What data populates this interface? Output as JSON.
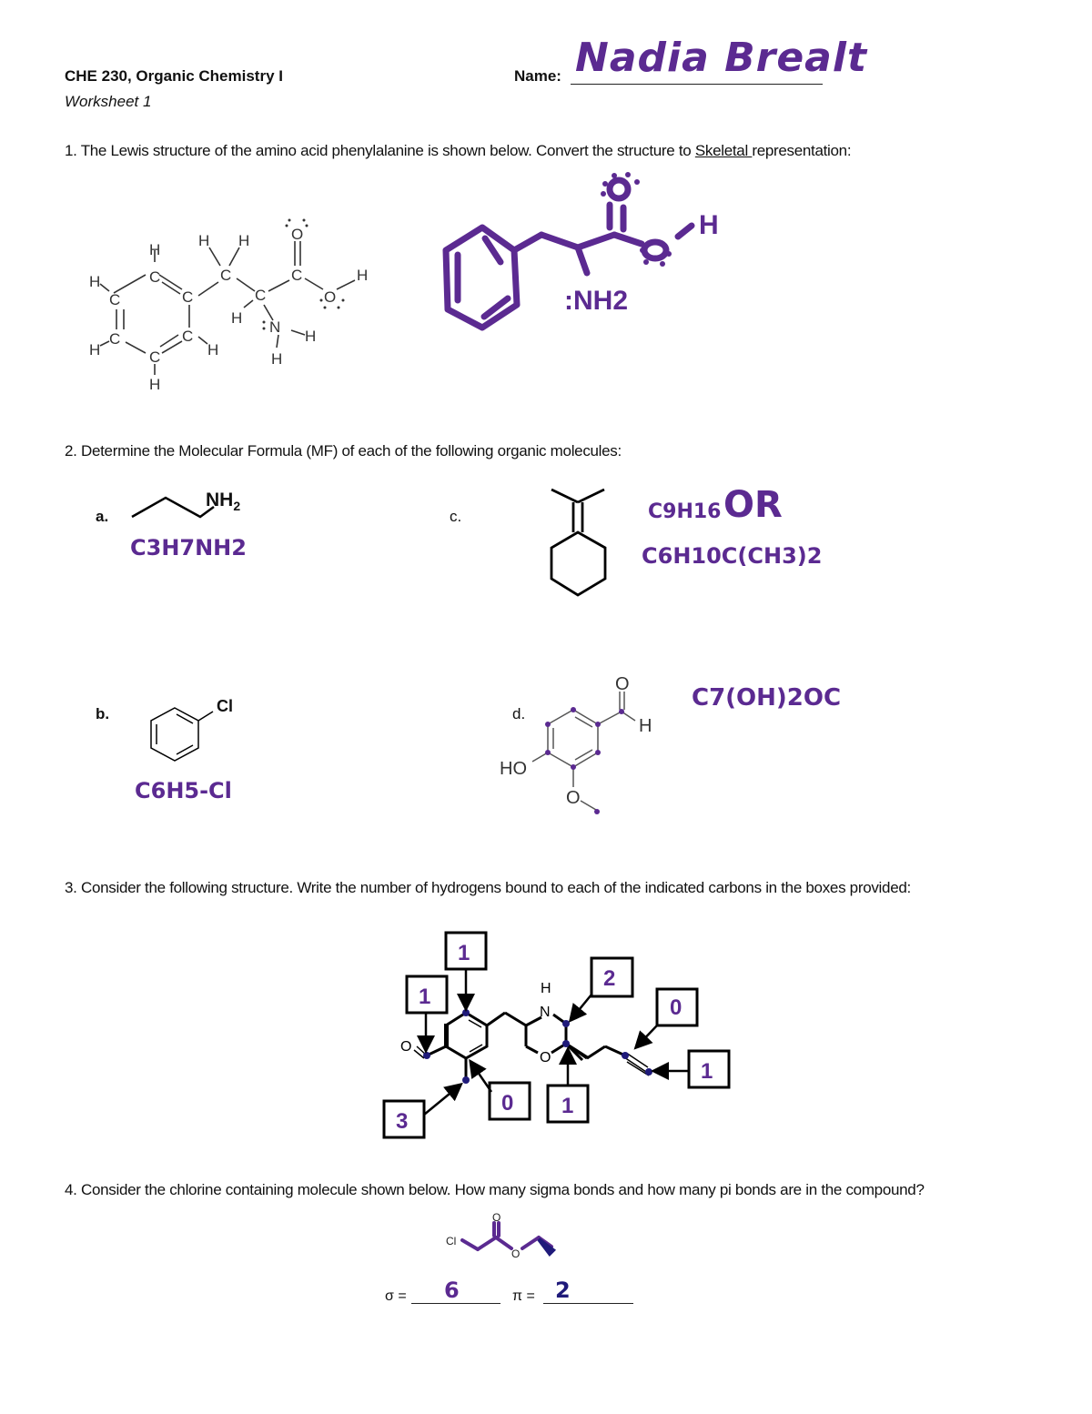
{
  "header": {
    "course": "CHE 230, Organic Chemistry I",
    "worksheet": "Worksheet 1",
    "name_label": "Name:",
    "name_value": "Nadia Brealt"
  },
  "questions": {
    "q1": {
      "prefix": "1. The Lewis structure of the amino acid phenylalanine is shown below. Convert the structure to ",
      "underlined": "Skeletal ",
      "suffix": "representation:",
      "handwritten_label": ":NH2",
      "handwritten_h": "H"
    },
    "q2": {
      "text": "2. Determine the Molecular Formula (MF) of each of the following organic molecules:",
      "items": [
        {
          "label": "a.",
          "group": "NH2",
          "answer": "C3H7NH2"
        },
        {
          "label": "b.",
          "group": "Cl",
          "answer": "C6H5-Cl"
        },
        {
          "label": "c.",
          "answer_line1": "C9H16",
          "answer_or": "OR",
          "answer_line2": "C6H10C(CH3)2"
        },
        {
          "label": "d.",
          "o_label": "O",
          "h_label": "H",
          "ho_label": "HO",
          "o2_label": "O",
          "answer": "C7(OH)2OC"
        }
      ]
    },
    "q3": {
      "text": "3. Consider the following structure. Write the number of hydrogens bound to each of the indicated carbons in the boxes provided:",
      "boxes": [
        "1",
        "1",
        "2",
        "0",
        "1",
        "3",
        "0",
        "1"
      ],
      "atom_labels": {
        "h": "H",
        "n": "N",
        "o_ring": "O",
        "o_ald": "O"
      }
    },
    "q4": {
      "text": "4. Consider the chlorine containing molecule shown below. How many sigma bonds and how many pi bonds are in the compound?",
      "cl_label": "Cl",
      "o_label": "O",
      "sigma_label": "σ =",
      "sigma_value": "6",
      "pi_label": "π =",
      "pi_value": "2"
    }
  },
  "colors": {
    "ink": "#5b2a91",
    "dark_ink": "#1f1a7a",
    "text": "#111111"
  }
}
